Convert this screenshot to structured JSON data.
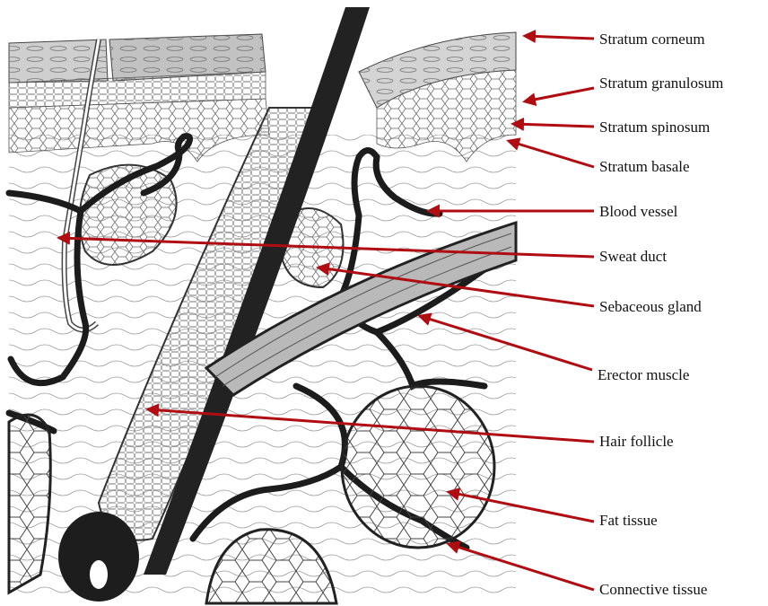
{
  "colors": {
    "arrow": "#b00d12",
    "ink": "#1c1c1c",
    "hair": "#2a2a2a",
    "corneum": "#c9c9c9",
    "granulosum": "#dcdcdc",
    "background": "#ffffff"
  },
  "labels": [
    {
      "id": "stratum-corneum",
      "text": "Stratum corneum"
    },
    {
      "id": "stratum-granulosum",
      "text": "Stratum granulosum"
    },
    {
      "id": "stratum-spinosum",
      "text": "Stratum spinosum"
    },
    {
      "id": "stratum-basale",
      "text": "Stratum basale"
    },
    {
      "id": "blood-vessel",
      "text": "Blood vessel"
    },
    {
      "id": "sweat-duct",
      "text": "Sweat duct"
    },
    {
      "id": "sebaceous-gland",
      "text": "Sebaceous gland"
    },
    {
      "id": "erector-muscle",
      "text": "Erector muscle"
    },
    {
      "id": "hair-follicle",
      "text": "Hair follicle"
    },
    {
      "id": "fat-tissue",
      "text": "Fat tissue"
    },
    {
      "id": "connective-tissue",
      "text": "Connective tissue"
    }
  ]
}
